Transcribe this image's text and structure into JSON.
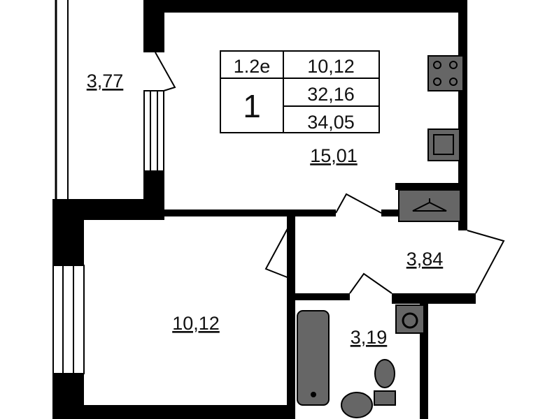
{
  "plan": {
    "info_table": {
      "type_code": "1.2e",
      "rooms": "1",
      "living_area": "10,12",
      "total_area": "32,16",
      "total_with_balcony": "34,05"
    },
    "rooms": {
      "balcony": "3,77",
      "kitchen": "15,01",
      "hallway": "3,84",
      "bedroom": "10,12",
      "bathroom": "3,19"
    }
  }
}
